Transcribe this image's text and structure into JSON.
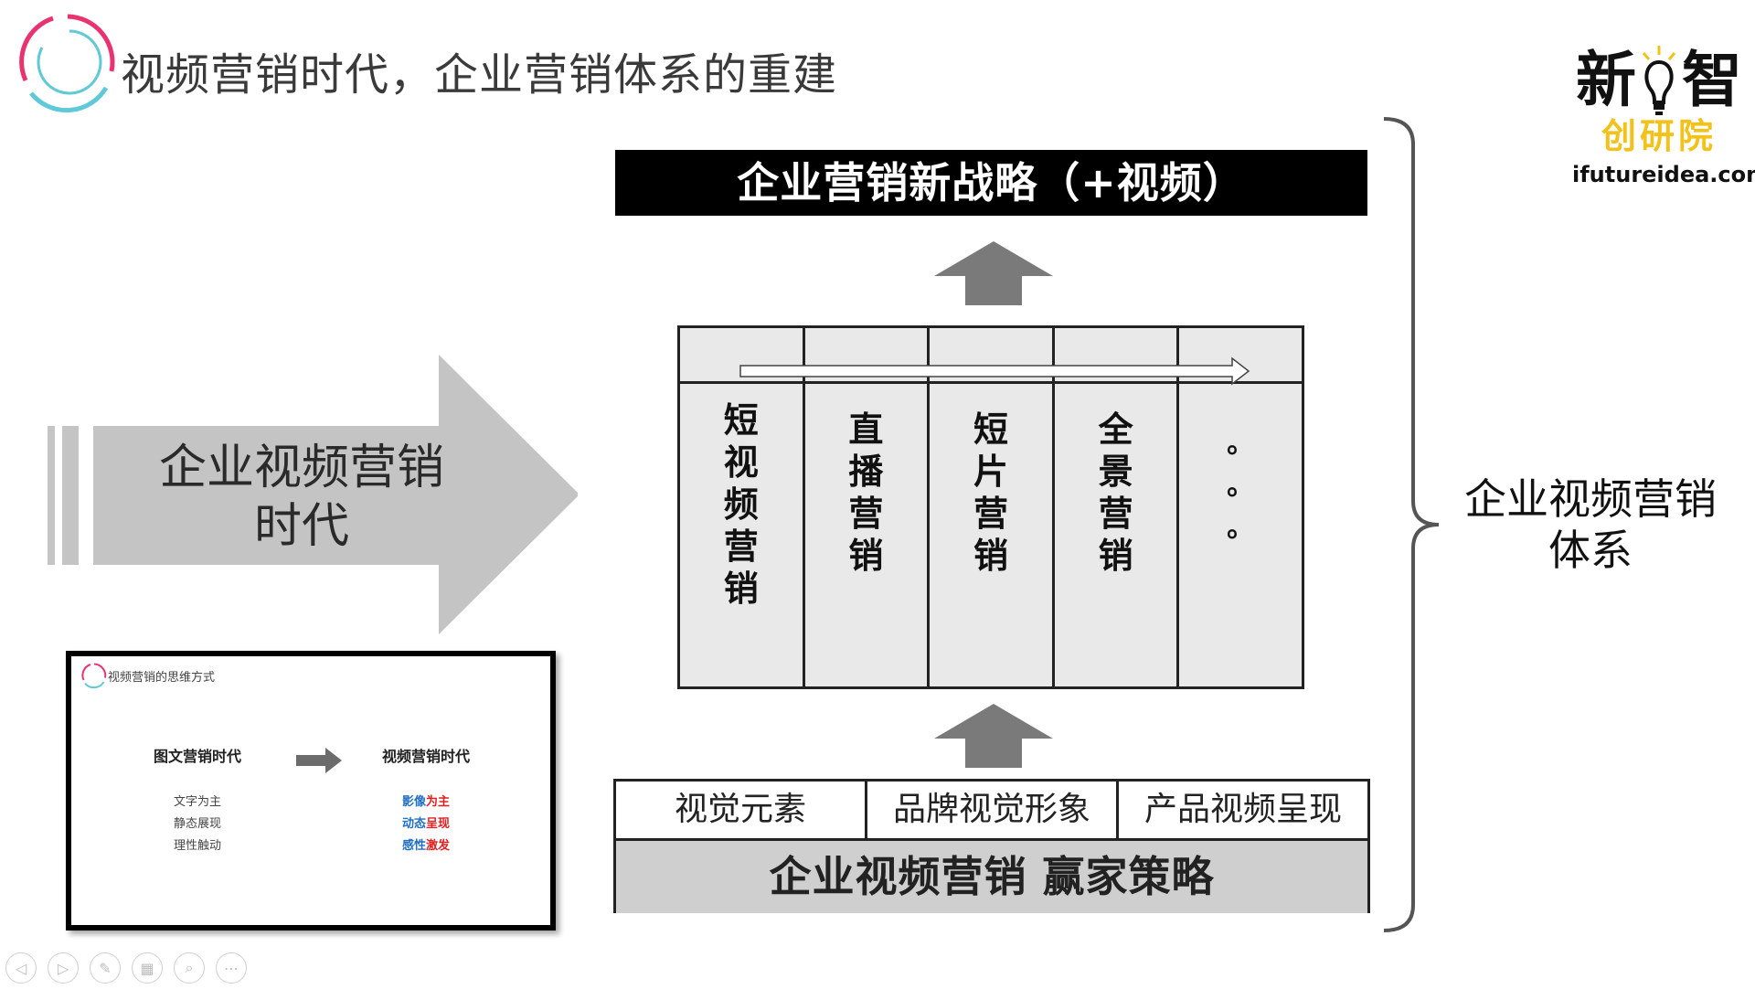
{
  "slide": {
    "title": "视频营销时代，企业营销体系的重建"
  },
  "brand": {
    "char1": "新",
    "char2": "智",
    "sub": "创研院",
    "url": "ifutureidea.com",
    "accent": "#f2c21a"
  },
  "strategy_banner": "企业营销新战略（+视频）",
  "channels": [
    {
      "chars": [
        "短",
        "视",
        "频",
        "营",
        "销"
      ]
    },
    {
      "chars": [
        "直",
        "播",
        "营",
        "销"
      ]
    },
    {
      "chars": [
        "短",
        "片",
        "营",
        "销"
      ]
    },
    {
      "chars": [
        "全",
        "景",
        "营",
        "销"
      ]
    },
    {
      "chars": [
        "。",
        "。",
        "。"
      ]
    }
  ],
  "foundation": {
    "cells": [
      "视觉元素",
      "品牌视觉形象",
      "产品视频呈现"
    ],
    "strategy": "企业视频营销  赢家策略"
  },
  "system_label": {
    "line1": "企业视频营销",
    "line2": "体系"
  },
  "era_arrow": {
    "line1": "企业视频营销",
    "line2": "时代"
  },
  "thumbnail": {
    "title": "视频营销的思维方式",
    "left_head": "图文营销时代",
    "right_head": "视频营销时代",
    "left_items": [
      "文字为主",
      "静态展现",
      "理性触动"
    ],
    "right_items": [
      {
        "blue": "影像",
        "red": "为主"
      },
      {
        "blue": "动态",
        "red": "呈现"
      },
      {
        "blue": "感性",
        "red": "激发"
      }
    ]
  },
  "toolbar": {
    "icons": [
      "prev-icon",
      "next-icon",
      "pen-icon",
      "slides-icon",
      "zoom-icon",
      "more-icon"
    ],
    "glyphs": [
      "◁",
      "▷",
      "✎",
      "▦",
      "⌕",
      "⋯"
    ]
  }
}
